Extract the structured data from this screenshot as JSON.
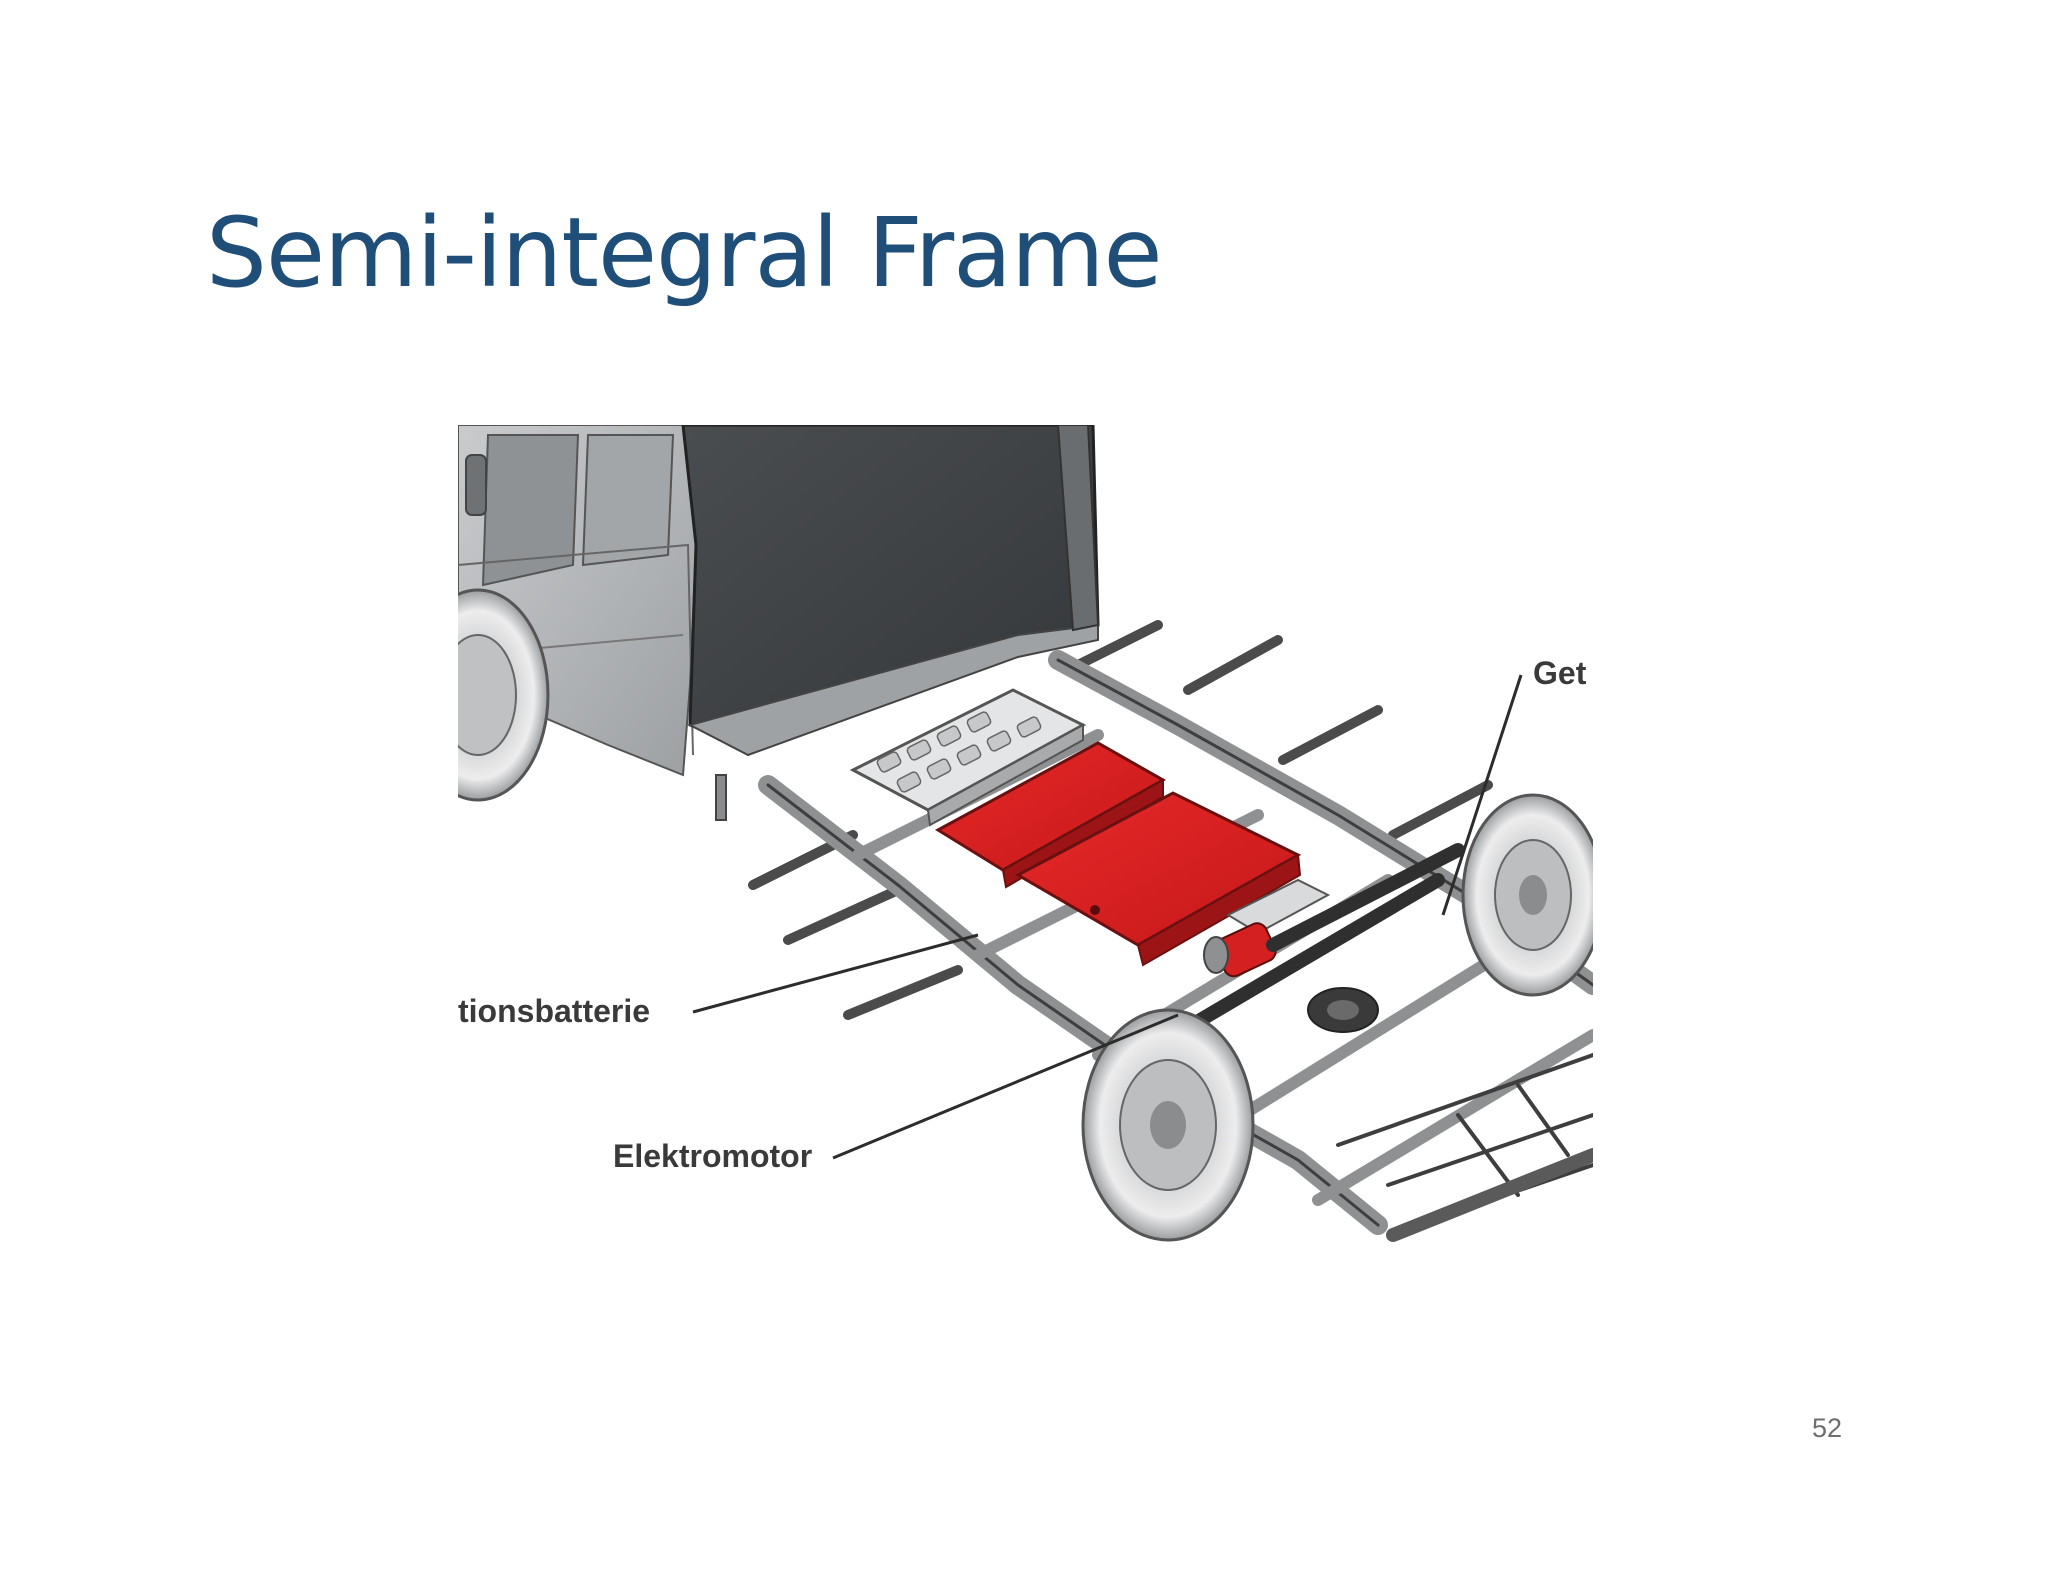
{
  "slide": {
    "title": "Semi-integral Frame",
    "page_number": "52"
  },
  "figure": {
    "callouts": {
      "transmission": "Get",
      "battery": "tionsbatterie",
      "motor": "Elektromotor"
    },
    "colors": {
      "battery": "#d91f1f",
      "cab_panel": "#3d4043",
      "frame": "#4a4a4a"
    },
    "icons": [
      "van-cab",
      "wheel",
      "battery-pack",
      "electric-motor",
      "chassis-frame"
    ]
  }
}
